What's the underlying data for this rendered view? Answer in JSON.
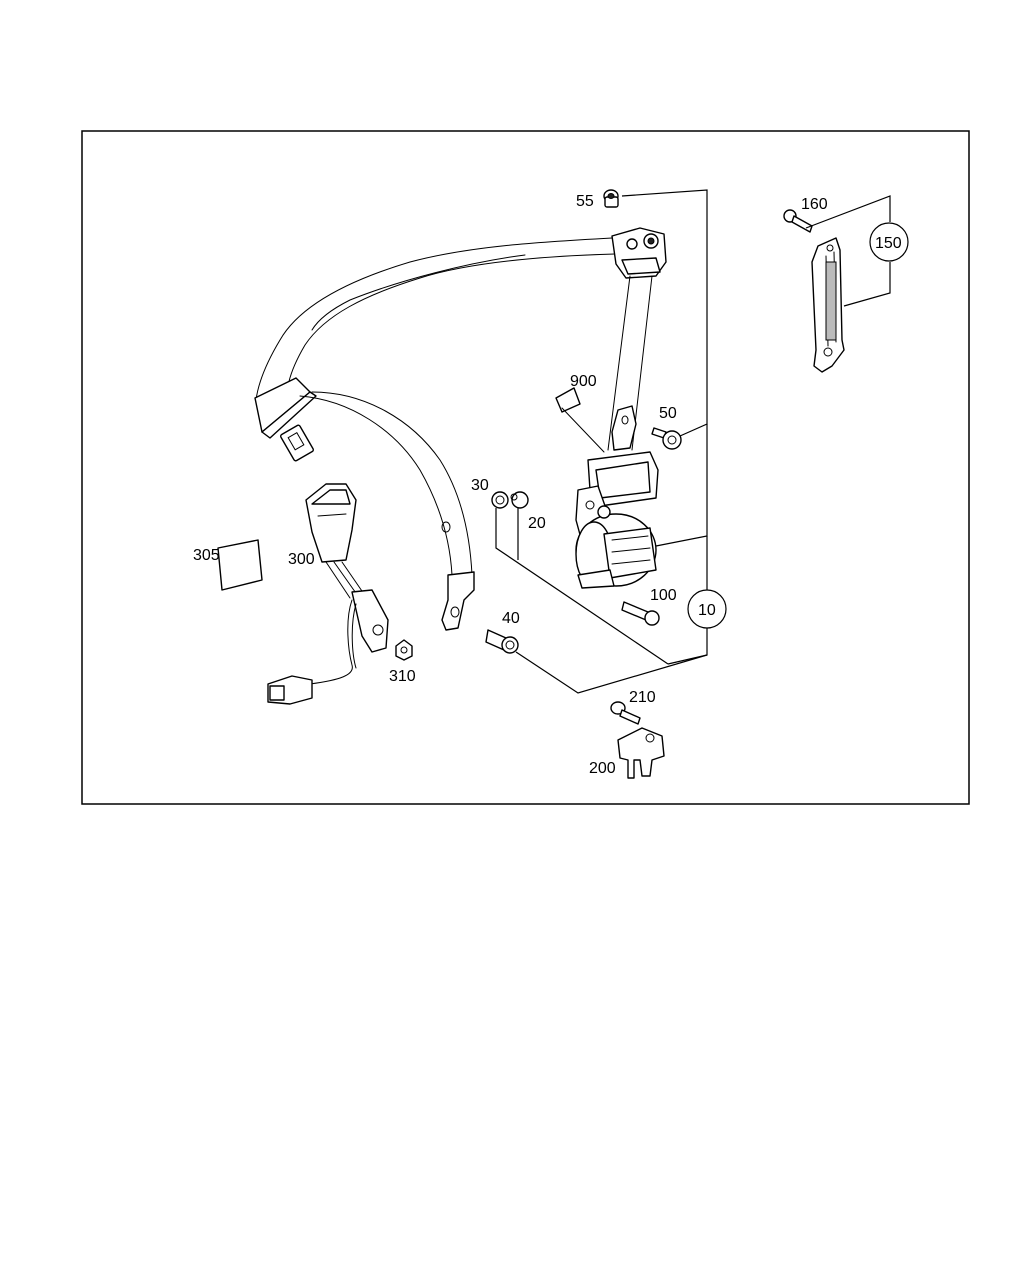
{
  "callouts": {
    "p10": "10",
    "p20": "20",
    "p30": "30",
    "p40": "40",
    "p50": "50",
    "p55": "55",
    "p100": "100",
    "p150": "150",
    "p160": "160",
    "p200": "200",
    "p210": "210",
    "p300": "300",
    "p305": "305",
    "p310": "310",
    "p900": "900"
  }
}
